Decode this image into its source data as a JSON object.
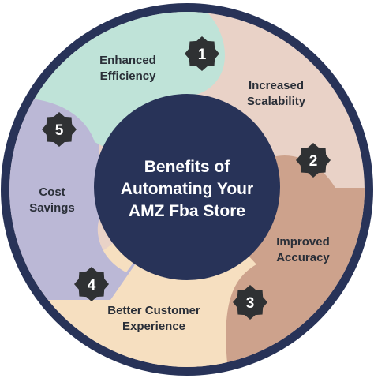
{
  "center": {
    "lines": [
      "Benefits of",
      "Automating Your",
      "AMZ Fba Store"
    ],
    "color": "#283358"
  },
  "segments": [
    {
      "number": "1",
      "lines": [
        "Enhanced",
        "Efficiency"
      ],
      "color": "#BFE3D8"
    },
    {
      "number": "2",
      "lines": [
        "Increased",
        "Scalability"
      ],
      "color": "#E9D2C7"
    },
    {
      "number": "3",
      "lines": [
        "Improved",
        "Accuracy"
      ],
      "color": "#CDA28C"
    },
    {
      "number": "4",
      "lines": [
        "Better Customer",
        "Experience"
      ],
      "color": "#F6DFC0"
    },
    {
      "number": "5",
      "lines": [
        "Cost",
        "Savings"
      ],
      "color": "#BBB8D6"
    }
  ],
  "colors": {
    "outer_ring": "#283358",
    "badge": "#2F3133",
    "label_text": "#2A2F38"
  }
}
